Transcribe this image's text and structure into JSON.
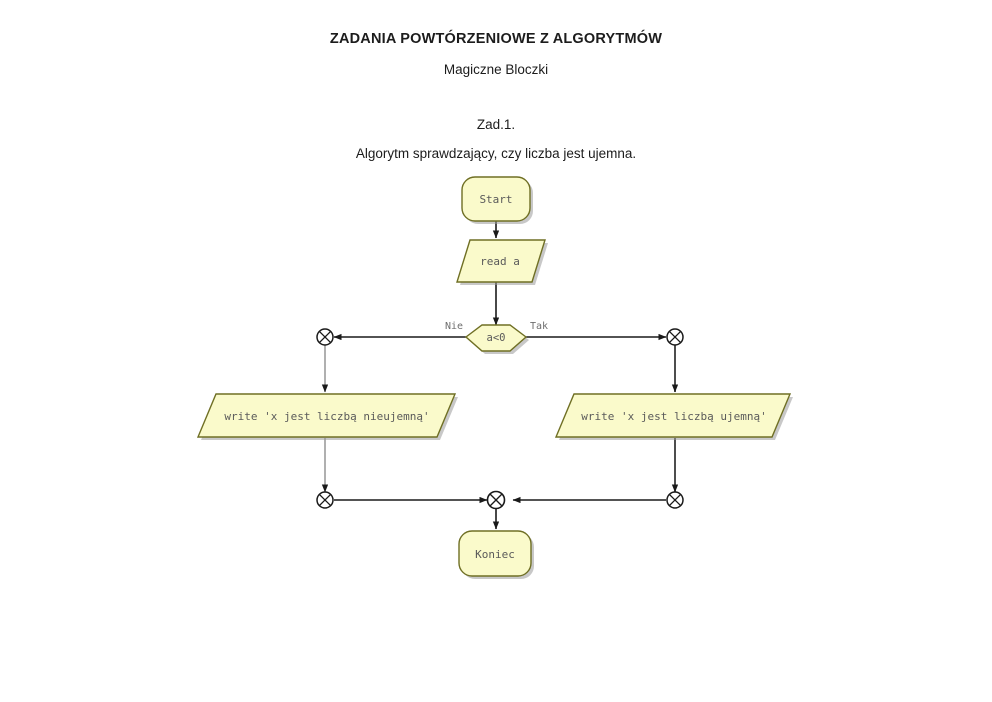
{
  "document": {
    "title": "ZADANIA POWTÓRZENIOWE Z ALGORYTMÓW",
    "subtitle": "Magiczne Bloczki",
    "task_number": "Zad.1.",
    "task_description": "Algorytm sprawdzający, czy liczba jest ujemna."
  },
  "colors": {
    "node_fill": "#FAFACB",
    "node_stroke": "#7A7A28",
    "shadow": "#9a9a9a",
    "connector_dark": "#1a1a1a",
    "connector_light": "#9e9e9e",
    "text": "#5a5a5a",
    "page_background": "#ffffff"
  },
  "flowchart": {
    "nodes": {
      "start": {
        "label": "Start",
        "shape": "rounded-rectangle"
      },
      "read": {
        "label": "read a",
        "shape": "parallelogram"
      },
      "decision": {
        "label": "a<0",
        "shape": "hexagon"
      },
      "write_nonnegative": {
        "label": "write 'x jest liczbą nieujemną'",
        "shape": "parallelogram"
      },
      "write_negative": {
        "label": "write 'x jest liczbą ujemną'",
        "shape": "parallelogram"
      },
      "end": {
        "label": "Koniec",
        "shape": "rounded-rectangle"
      }
    },
    "branch_labels": {
      "no": "Nie",
      "yes": "Tak"
    },
    "connectors": {
      "junction_top_left": "crossed-circle",
      "junction_top_right": "crossed-circle",
      "junction_bottom_left": "crossed-circle",
      "junction_bottom_center": "crossed-circle",
      "junction_bottom_right": "crossed-circle"
    }
  }
}
